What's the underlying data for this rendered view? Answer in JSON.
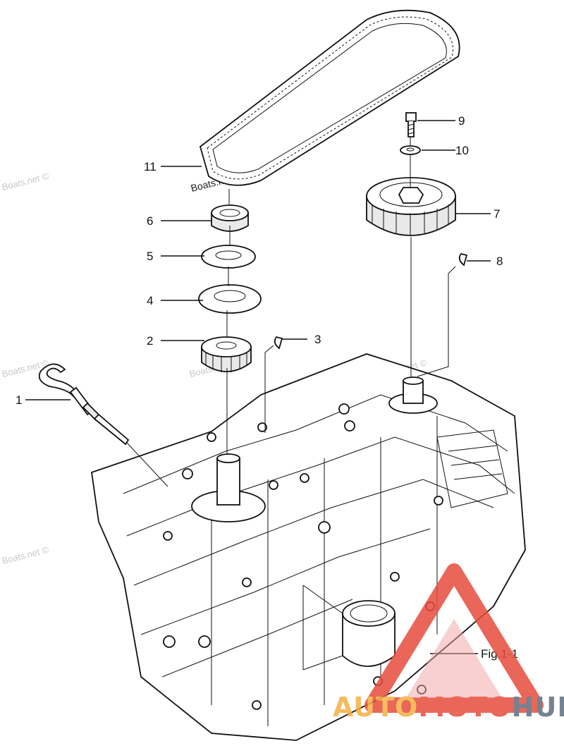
{
  "diagram": {
    "callouts": [
      {
        "id": "p1",
        "label": "1"
      },
      {
        "id": "p2",
        "label": "2"
      },
      {
        "id": "p3",
        "label": "3"
      },
      {
        "id": "p4",
        "label": "4"
      },
      {
        "id": "p5",
        "label": "5"
      },
      {
        "id": "p6",
        "label": "6"
      },
      {
        "id": "p7",
        "label": "7"
      },
      {
        "id": "p8",
        "label": "8"
      },
      {
        "id": "p9",
        "label": "9"
      },
      {
        "id": "p10",
        "label": "10"
      },
      {
        "id": "p11",
        "label": "11"
      }
    ],
    "figure_ref": "Fig.1-1"
  },
  "watermarks": {
    "boats": "Boats.net ©"
  },
  "logo": {
    "part1": "AUTO",
    "part2": "MOTO",
    "part3": "HUB",
    "color1": "#f5b041",
    "color2": "#e74c3c",
    "color3": "#5d6d7e"
  }
}
